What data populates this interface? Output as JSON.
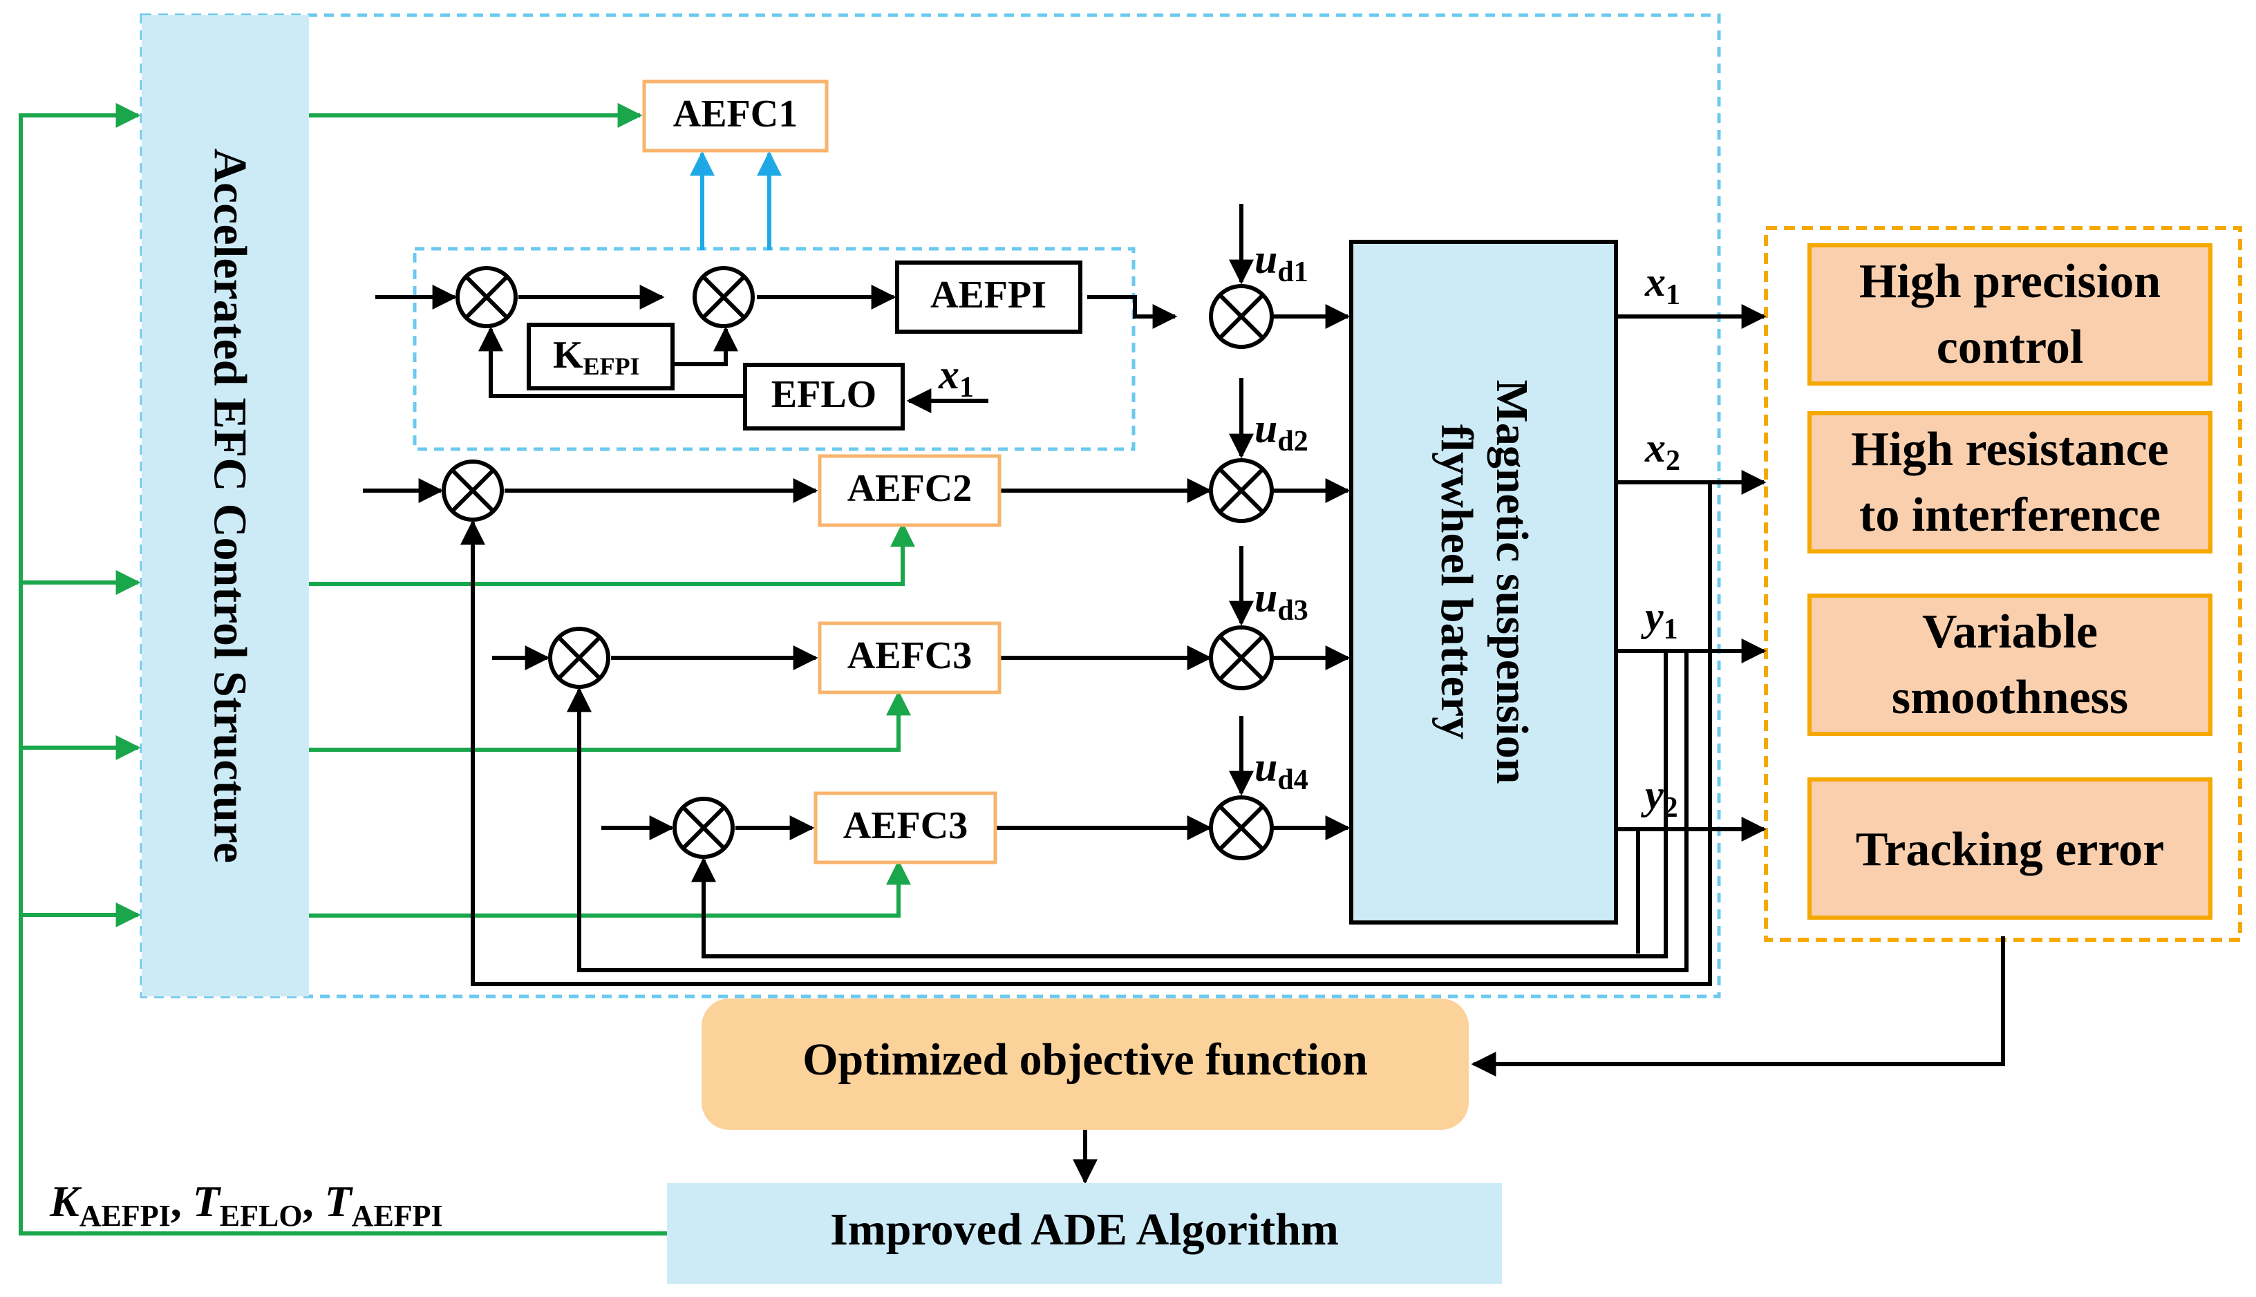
{
  "sidebar": {
    "label": "Accelerated EFC Control Structure"
  },
  "blocks": {
    "aefc1": "AEFC1",
    "aefpi": "AEFPI",
    "kefpi_main": "K",
    "kefpi_sub": "EFPI",
    "eflo": "EFLO",
    "aefc2": "AEFC2",
    "aefc3a": "AEFC3",
    "aefc3b": "AEFC3",
    "plant_line1": "Magnetic suspension",
    "plant_line2": "flywheel battery"
  },
  "signals": {
    "x1_in": {
      "var": "x",
      "sub": "1"
    },
    "ud1": {
      "var": "u",
      "sub": "d1"
    },
    "ud2": {
      "var": "u",
      "sub": "d2"
    },
    "ud3": {
      "var": "u",
      "sub": "d3"
    },
    "ud4": {
      "var": "u",
      "sub": "d4"
    },
    "out_x1": {
      "var": "x",
      "sub": "1"
    },
    "out_x2": {
      "var": "x",
      "sub": "2"
    },
    "out_y1": {
      "var": "y",
      "sub": "1"
    },
    "out_y2": {
      "var": "y",
      "sub": "2"
    }
  },
  "outcomes": [
    {
      "line1": "High precision",
      "line2": "control"
    },
    {
      "line1": "High resistance",
      "line2": "to interference"
    },
    {
      "line1": "Variable",
      "line2": "smoothness"
    },
    {
      "line1": "Tracking error",
      "line2": ""
    }
  ],
  "objective": {
    "label": "Optimized objective function"
  },
  "algorithm": {
    "label": "Improved ADE Algorithm"
  },
  "params": {
    "k_var": "K",
    "k_sub": "AEFPI",
    "sep1": ", ",
    "t1_var": "T",
    "t1_sub": "EFLO",
    "sep2": ", ",
    "t2_var": "T",
    "t2_sub": "AEFPI"
  },
  "colors": {
    "green_link": "#1aa64b",
    "blue_link": "#1ea9e6",
    "sidebar_fill": "#cdebf7",
    "plant_fill": "#cdebf7",
    "outcome_fill": "#f9cfae",
    "outcome_border": "#f5a800",
    "objective_fill": "#fbd29a",
    "aefc_border": "#f8b46c",
    "dashed_blue": "#6cc9ef"
  }
}
